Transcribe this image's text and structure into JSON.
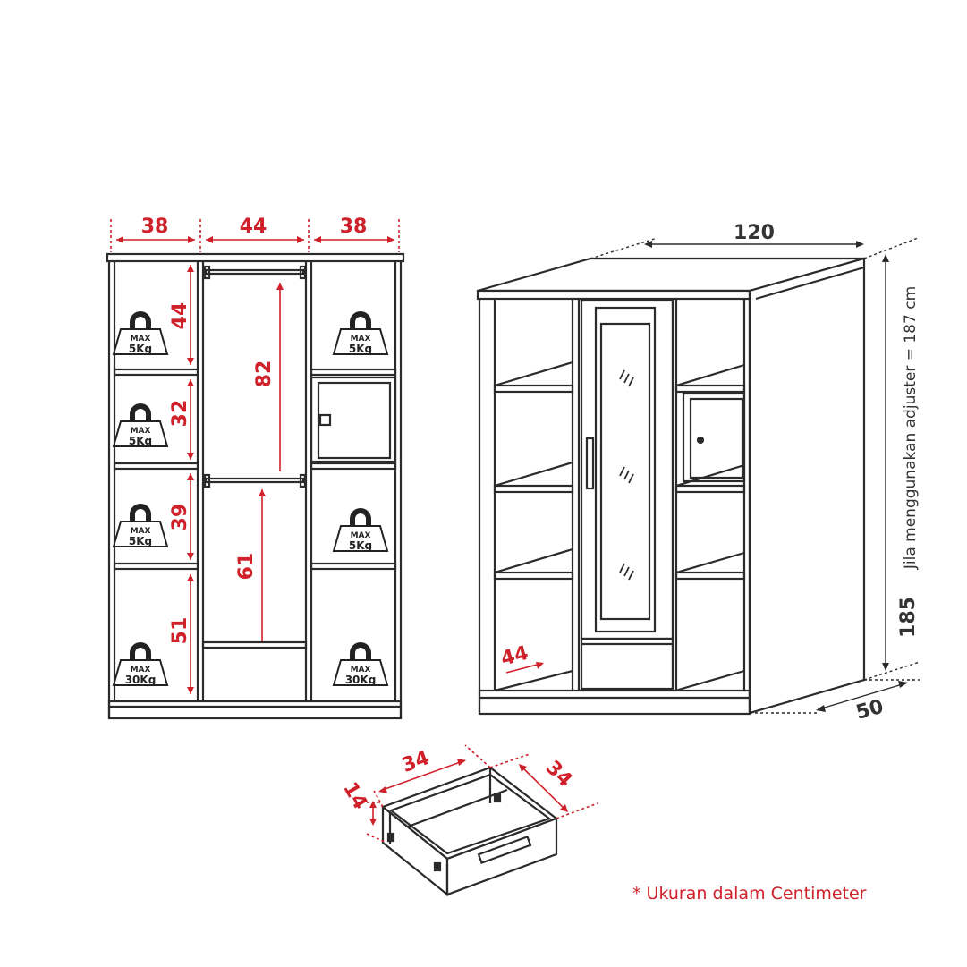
{
  "colors": {
    "line": "#2b2b2b",
    "dimension": "#d0202a",
    "background": "#ffffff"
  },
  "front_view": {
    "widths": {
      "left": "38",
      "middle": "44",
      "right": "38"
    },
    "heights": {
      "shelf1": "44",
      "shelf2": "32",
      "shelf3": "39",
      "shelf4": "51"
    },
    "hanging": {
      "upper": "82",
      "lower": "61"
    },
    "weights": [
      {
        "top": "MAX",
        "bottom": "5Kg"
      },
      {
        "top": "MAX",
        "bottom": "5Kg"
      },
      {
        "top": "MAX",
        "bottom": "5Kg"
      },
      {
        "top": "MAX",
        "bottom": "30Kg"
      },
      {
        "top": "MAX",
        "bottom": "5Kg"
      },
      {
        "top": "MAX",
        "bottom": "5Kg"
      },
      {
        "top": "MAX",
        "bottom": "30Kg"
      }
    ]
  },
  "iso_view": {
    "width": "120",
    "height": "185",
    "depth": "50",
    "inner_depth": "44",
    "adjuster_note": "Jila menggunakan adjuster = 187 cm"
  },
  "drawer": {
    "width": "34",
    "depth": "34",
    "height": "14"
  },
  "footnote": "* Ukuran dalam Centimeter"
}
